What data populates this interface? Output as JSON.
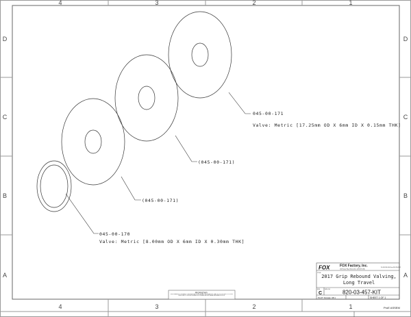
{
  "zones": {
    "columns": [
      "4",
      "3",
      "2",
      "1"
    ],
    "rows": [
      "D",
      "C",
      "B",
      "A"
    ]
  },
  "callouts": [
    {
      "part": "045-00-171",
      "description": "Valve: Metric [17.25mm OD X 6mm ID X 0.15mm THK]"
    },
    {
      "part": "(045-00-171)"
    },
    {
      "part": "(045-00-171)"
    },
    {
      "part": "045-00-170",
      "description": "Valve: Metric [8.00mm OD X 6mm ID X 0.30mm THK]"
    }
  ],
  "title_block": {
    "logo": "FOX",
    "company": "FOX Factory, Inc.",
    "address": "130 Hangar Way, Watsonville, CA 95076 USA",
    "phone": "Ph 831-768-1100 Fax 831-768-9312",
    "title_label": "TITLE",
    "title_line1": "2017 Grip Rebound Valving,",
    "title_line2": "Long Travel",
    "size_label": "SIZE",
    "size": "C",
    "dwg_no_label": "DWG. NO.",
    "dwg_no": "820-03-457-KIT",
    "scale": "PLOT SCALE: 08:1",
    "sheet": "SHEET 1 OF 1",
    "model_type": "ProE ASSEM"
  },
  "proprietary_notice": {
    "heading": "PROPRIETARY",
    "text": "THIS DRAWING CONTAINS CONFIDENTIAL PROPRIETARY INFORMATION THAT IS FOX PROPERTY. DO NOT DISCLOSE TO OR DUPLICATE FOR OTHERS EXCEPT AS AUTHORIZED BY FOX."
  }
}
